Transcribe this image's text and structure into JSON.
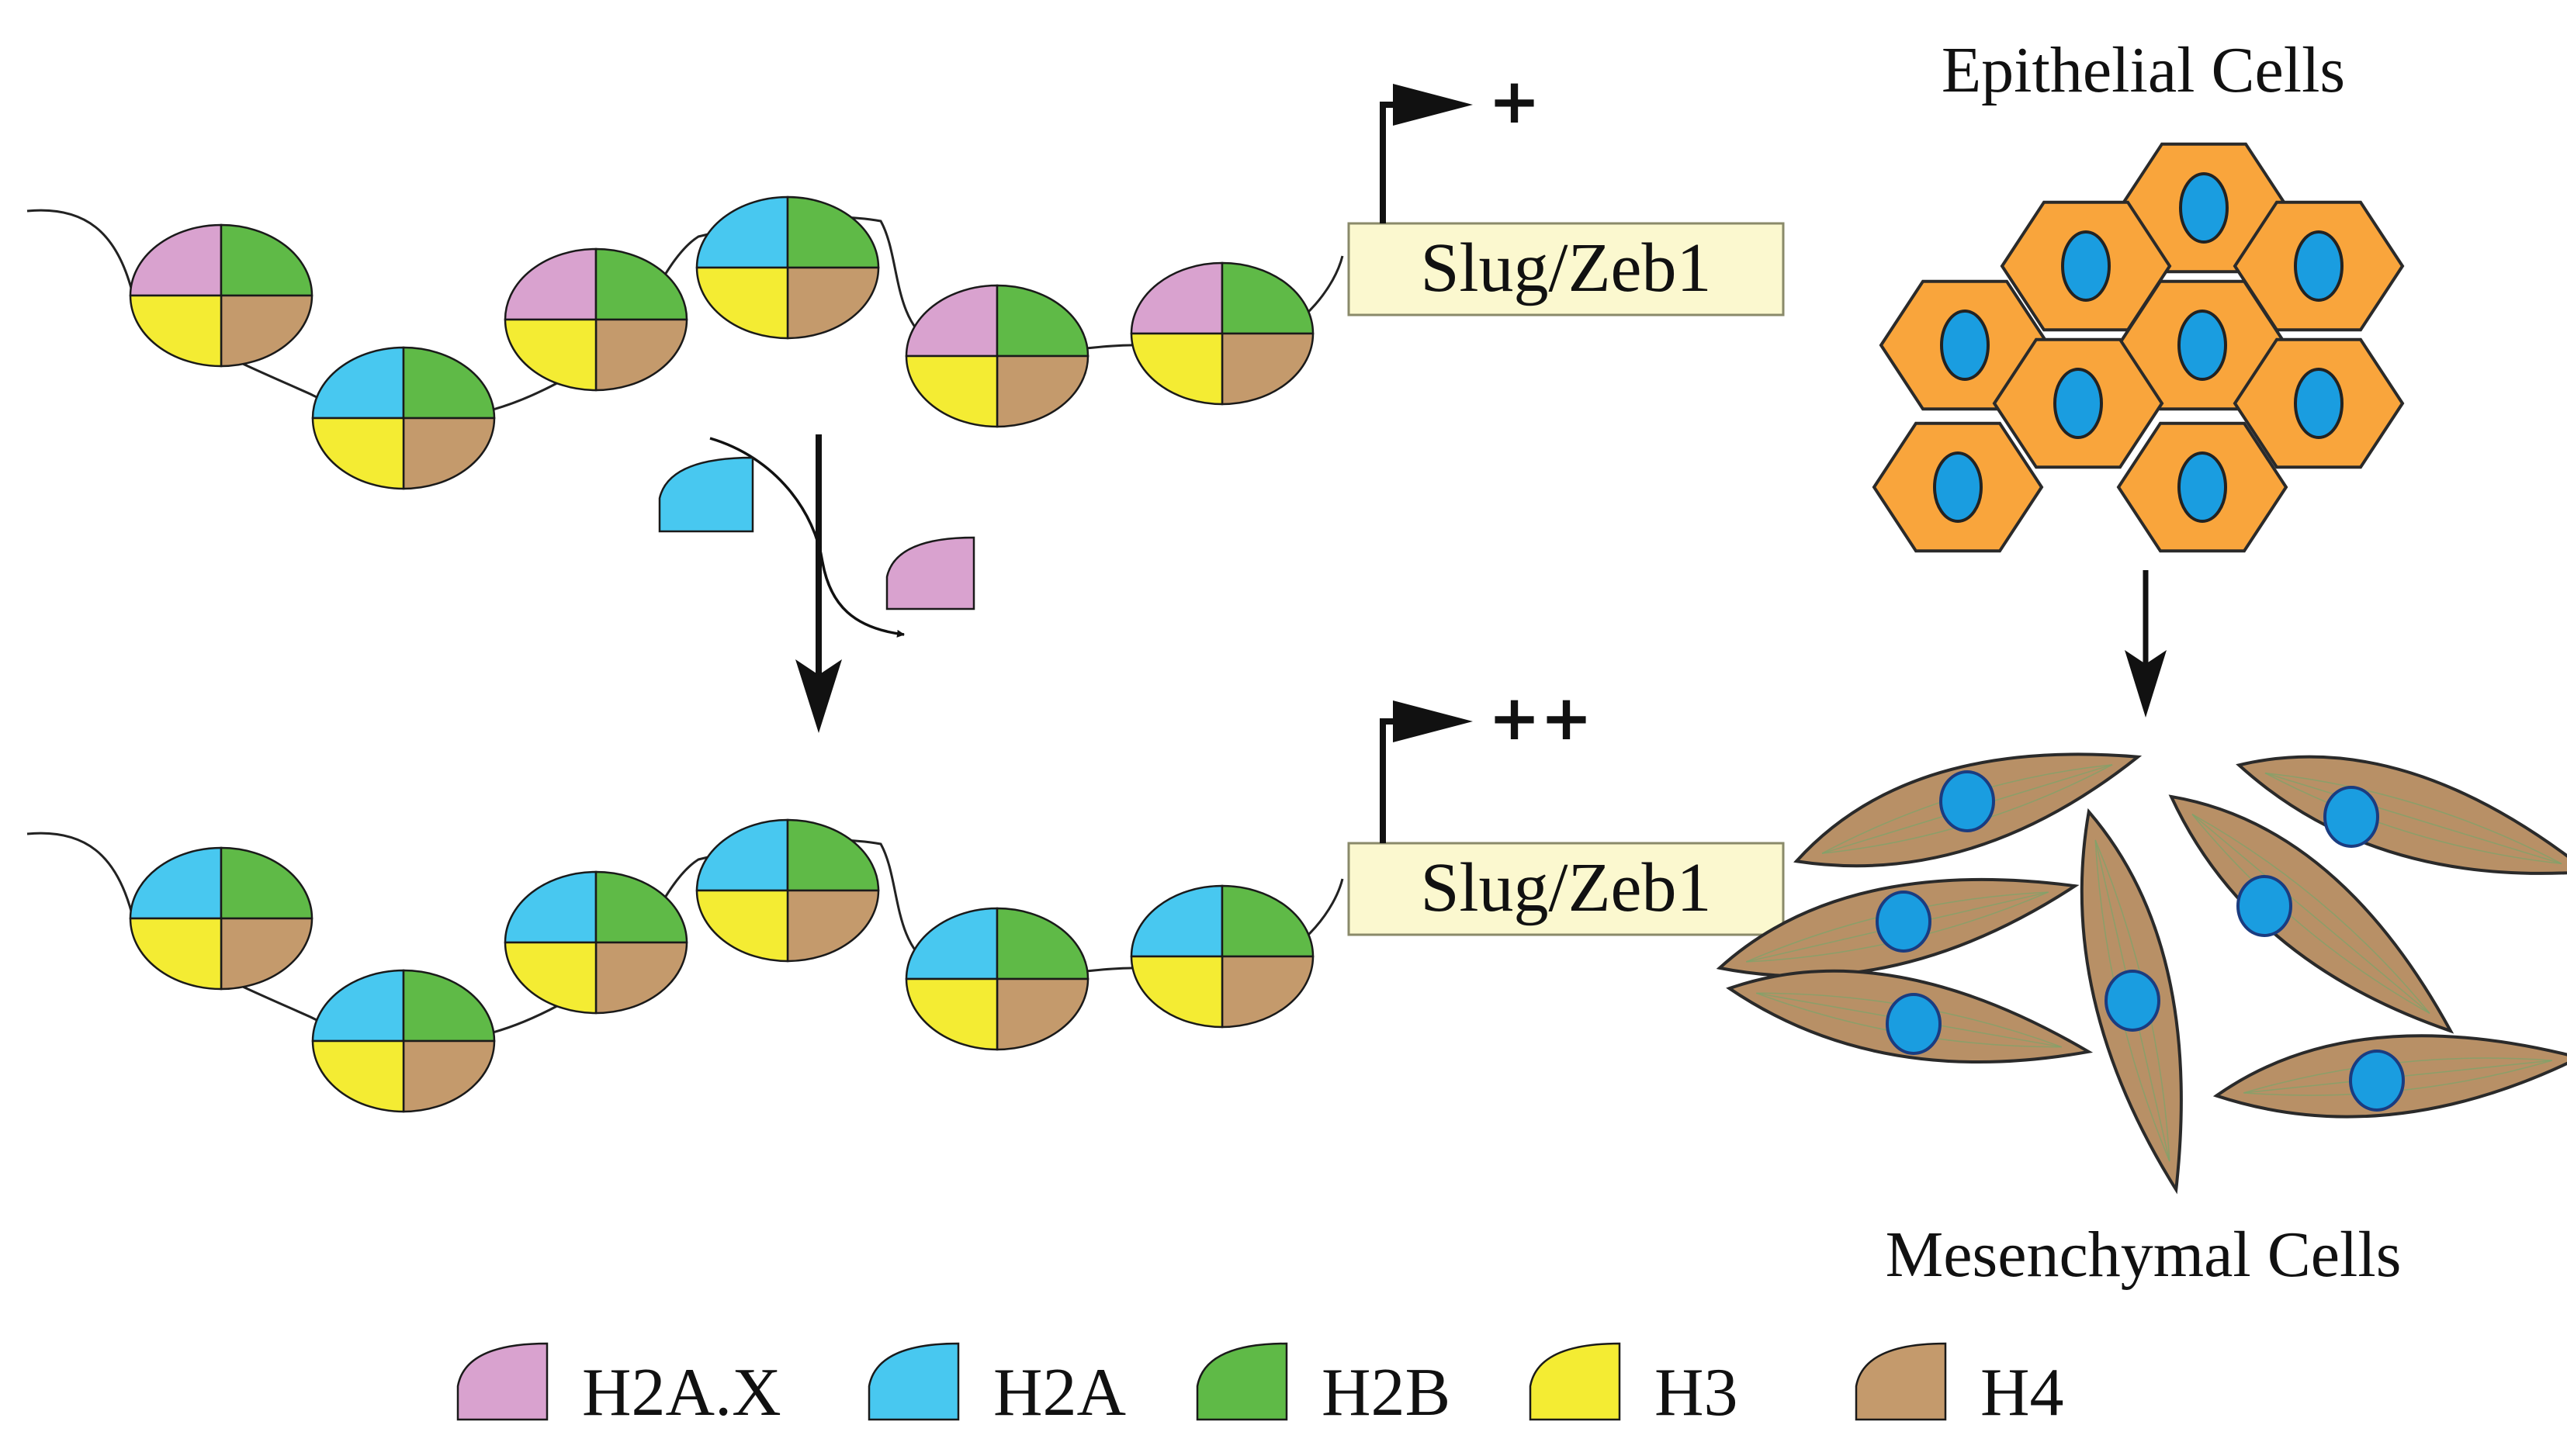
{
  "colors": {
    "h2ax": "#d9a2cf",
    "h2a": "#48c8f0",
    "h2b": "#5fba47",
    "h3": "#f4ec33",
    "h4": "#c49a6c",
    "gene_box": "#fbf8cf",
    "epithelial": "#f9a53c",
    "nucleus": "#1a9de0",
    "mesenchymal": "#b89066"
  },
  "top_row": {
    "gene_label": "Slug/Zeb1",
    "expression_sign": "+",
    "nucleosomes": [
      {
        "top_left": "h2ax",
        "top_right": "h2b",
        "bottom_left": "h3",
        "bottom_right": "h4"
      },
      {
        "top_left": "h2a",
        "top_right": "h2b",
        "bottom_left": "h3",
        "bottom_right": "h4"
      },
      {
        "top_left": "h2ax",
        "top_right": "h2b",
        "bottom_left": "h3",
        "bottom_right": "h4"
      },
      {
        "top_left": "h2a",
        "top_right": "h2b",
        "bottom_left": "h3",
        "bottom_right": "h4"
      },
      {
        "top_left": "h2ax",
        "top_right": "h2b",
        "bottom_left": "h3",
        "bottom_right": "h4"
      },
      {
        "top_left": "h2ax",
        "top_right": "h2b",
        "bottom_left": "h3",
        "bottom_right": "h4"
      }
    ]
  },
  "bottom_row": {
    "gene_label": "Slug/Zeb1",
    "expression_sign": "++",
    "nucleosomes": [
      {
        "top_left": "h2a",
        "top_right": "h2b",
        "bottom_left": "h3",
        "bottom_right": "h4"
      },
      {
        "top_left": "h2a",
        "top_right": "h2b",
        "bottom_left": "h3",
        "bottom_right": "h4"
      },
      {
        "top_left": "h2a",
        "top_right": "h2b",
        "bottom_left": "h3",
        "bottom_right": "h4"
      },
      {
        "top_left": "h2a",
        "top_right": "h2b",
        "bottom_left": "h3",
        "bottom_right": "h4"
      },
      {
        "top_left": "h2a",
        "top_right": "h2b",
        "bottom_left": "h3",
        "bottom_right": "h4"
      },
      {
        "top_left": "h2a",
        "top_right": "h2b",
        "bottom_left": "h3",
        "bottom_right": "h4"
      }
    ]
  },
  "exchange": {
    "incoming_histone": "h2a",
    "outgoing_histone": "h2ax"
  },
  "epithelial_label": "Epithelial Cells",
  "mesenchymal_label": "Mesenchymal Cells",
  "legend": [
    {
      "key": "h2ax",
      "label": "H2A.X"
    },
    {
      "key": "h2a",
      "label": "H2A"
    },
    {
      "key": "h2b",
      "label": "H2B"
    },
    {
      "key": "h3",
      "label": "H3"
    },
    {
      "key": "h4",
      "label": "H4"
    }
  ]
}
